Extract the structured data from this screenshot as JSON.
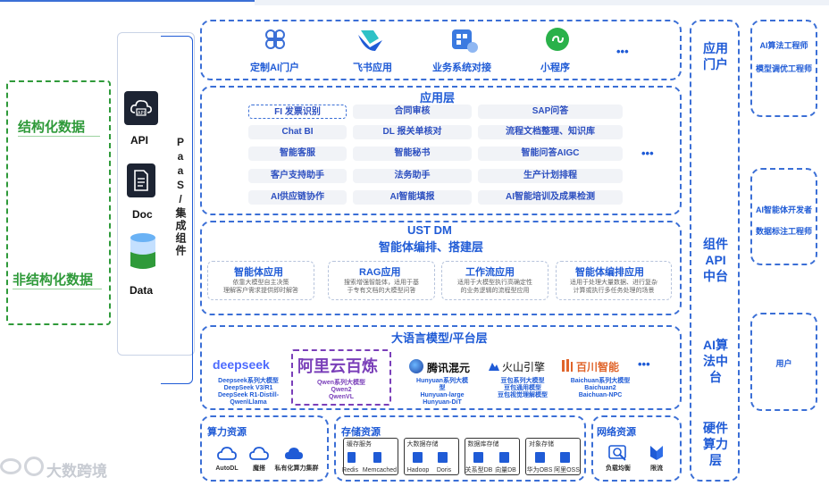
{
  "left_panel": {
    "structured": "结构化数据",
    "unstructured": "非结构化数据"
  },
  "sources": [
    {
      "label": "API",
      "icon": "api-icon"
    },
    {
      "label": "Doc",
      "icon": "doc-icon"
    },
    {
      "label": "Data",
      "icon": "database-icon"
    }
  ],
  "paas_label": "PaaS/集成组件",
  "portal_row": {
    "items": [
      {
        "label": "定制AI门户",
        "icon": "clover-icon"
      },
      {
        "label": "飞书应用",
        "icon": "feishu-icon"
      },
      {
        "label": "业务系统对接",
        "icon": "system-icon"
      },
      {
        "label": "小程序",
        "icon": "miniprogram-icon"
      }
    ],
    "more": "•••"
  },
  "app_layer": {
    "title": "应用层",
    "col1": [
      "FI 发票识别",
      "Chat BI",
      "智能客服",
      "客户支持助手",
      "AI供应链协作"
    ],
    "col2": [
      "合同审核",
      "DL 报关单核对",
      "智能秘书",
      "法务助手",
      "AI智能填报"
    ],
    "col3": [
      "SAP问答",
      "流程文档整理、知识库",
      "智能问答AIGC",
      "生产计划排程",
      "AI智能培训及成果检测"
    ],
    "more": "•••"
  },
  "agent_layer": {
    "title1": "UST DM",
    "title2": "智能体编排、搭建层",
    "cards": [
      {
        "title": "智能体应用",
        "desc1": "依靠大模型自主决策",
        "desc2": "理解客户需求提供即时解答"
      },
      {
        "title": "RAG应用",
        "desc1": "搜索增强智能体，适用于基",
        "desc2": "于专有文档的大模型问答"
      },
      {
        "title": "工作流应用",
        "desc1": "适用于大模型执行高确定性",
        "desc2": "的业务逻辑的流程型应用"
      },
      {
        "title": "智能体编排应用",
        "desc1": "适用于处理大量数据、进行复杂",
        "desc2": "计算或执行多任务处理的场景"
      }
    ]
  },
  "llm_layer": {
    "title": "大语言模型/平台层",
    "models": [
      {
        "logo": "deepseek",
        "lines": [
          "Deepseek系列大模型",
          "DeepSeek V3/R1",
          "DeepSeek R1-Distill-",
          "Qwen\\Llama"
        ]
      },
      {
        "logo": "阿里云百炼",
        "lines": [
          "Qwen系列大模型",
          "Qwen2",
          "QwenVL"
        ]
      },
      {
        "logo": "腾讯混元",
        "lines": [
          "Hunyuan系列大模",
          "型",
          "Hunyuan-large",
          "Hunyuan-DiT"
        ]
      },
      {
        "logo": "火山引擎",
        "lines": [
          "豆包系列大模型",
          "豆包通用模型",
          "豆包视觉理解模型"
        ]
      },
      {
        "logo": "百川智能",
        "lines": [
          "Baichuan系列大模型",
          "Baichuan2",
          "Baichuan-NPC"
        ]
      }
    ],
    "more": "•••"
  },
  "compute": {
    "title": "算力资源",
    "items": [
      "AutoDL",
      "魔搭",
      "私有化算力集群"
    ]
  },
  "storage": {
    "title": "存储资源",
    "groups": [
      {
        "title": "缓存服务",
        "items": [
          "Redis",
          "Memcached"
        ]
      },
      {
        "title": "大数据存储",
        "items": [
          "Hadoop",
          "Doris"
        ]
      },
      {
        "title": "数据库存储",
        "items": [
          "关系型DB",
          "向量DB"
        ]
      },
      {
        "title": "对象存储",
        "items": [
          "华为OBS",
          "阿里OSS"
        ]
      }
    ]
  },
  "network": {
    "title": "网络资源",
    "items": [
      "负载均衡",
      "限流"
    ]
  },
  "right_column": {
    "portal": "应用门户",
    "api": "组件API中台",
    "ai": "AI算法中台",
    "hw": "硬件算力层"
  },
  "roles": {
    "box1": [
      "AI算法工程师",
      "模型调优工程师"
    ],
    "box2": [
      "AI智能体开发者",
      "数据标注工程师"
    ],
    "box3": [
      "用户"
    ]
  },
  "watermark": "大数跨境",
  "colors": {
    "accent": "#1f5bd6",
    "green": "#2f9a3a",
    "dash": "#3b6fd6"
  }
}
